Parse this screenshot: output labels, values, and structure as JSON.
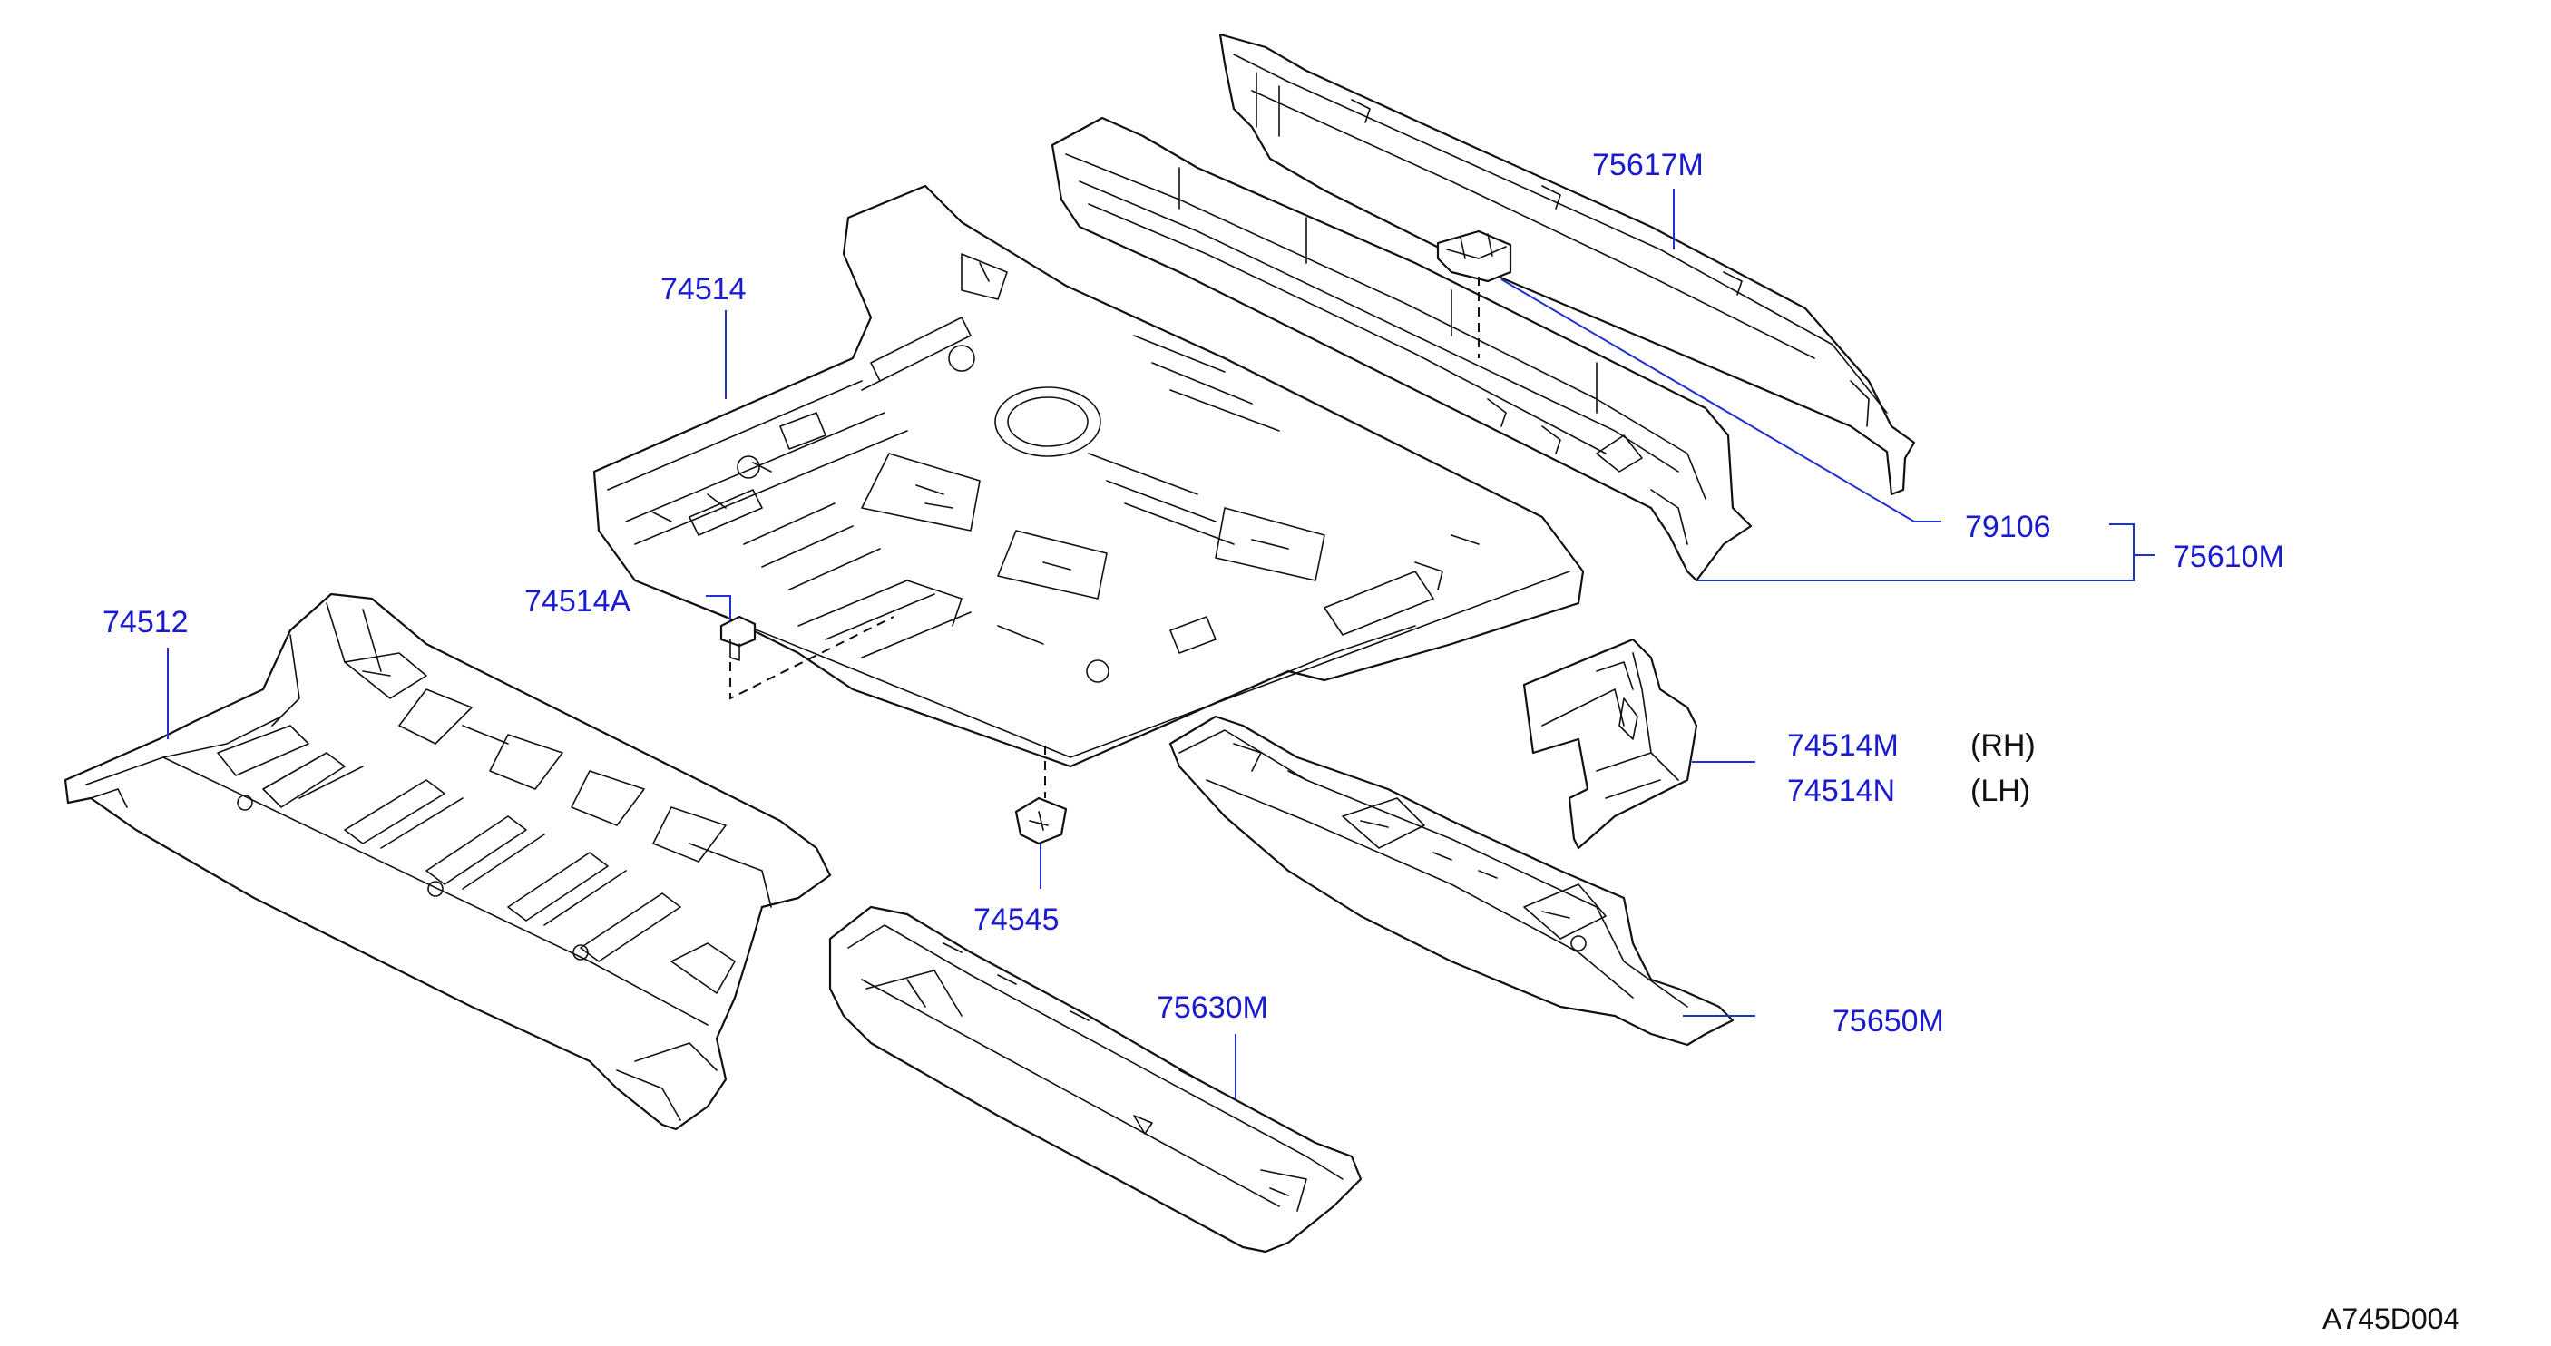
{
  "labels": {
    "p75617M": "75617M",
    "p74514": "74514",
    "p79106": "79106",
    "p75610M": "75610M",
    "p74514A": "74514A",
    "p74512": "74512",
    "p74514M": "74514M",
    "p74514N": "74514N",
    "rh": "(RH)",
    "lh": "(LH)",
    "p74545": "74545",
    "p75630M": "75630M",
    "p75650M": "75650M"
  },
  "diagram_code": "A745D004",
  "colors": {
    "callout_text": "#1a1ad0",
    "leader_line": "#1f2fd6",
    "outline": "#111111",
    "background": "#ffffff"
  }
}
